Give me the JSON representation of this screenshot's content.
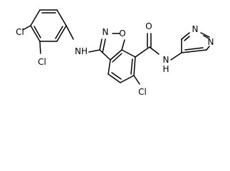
{
  "atom_labels": {
    "cl_top": "Cl",
    "cl_left": "Cl",
    "cl_bottom": "Cl",
    "nh_left": "NH",
    "n_isox": "N",
    "o_isox": "O",
    "o_carbonyl": "O",
    "n_amide": "N",
    "h_amide": "H",
    "n_pyr_top": "N",
    "n_pyr_right": "N"
  }
}
